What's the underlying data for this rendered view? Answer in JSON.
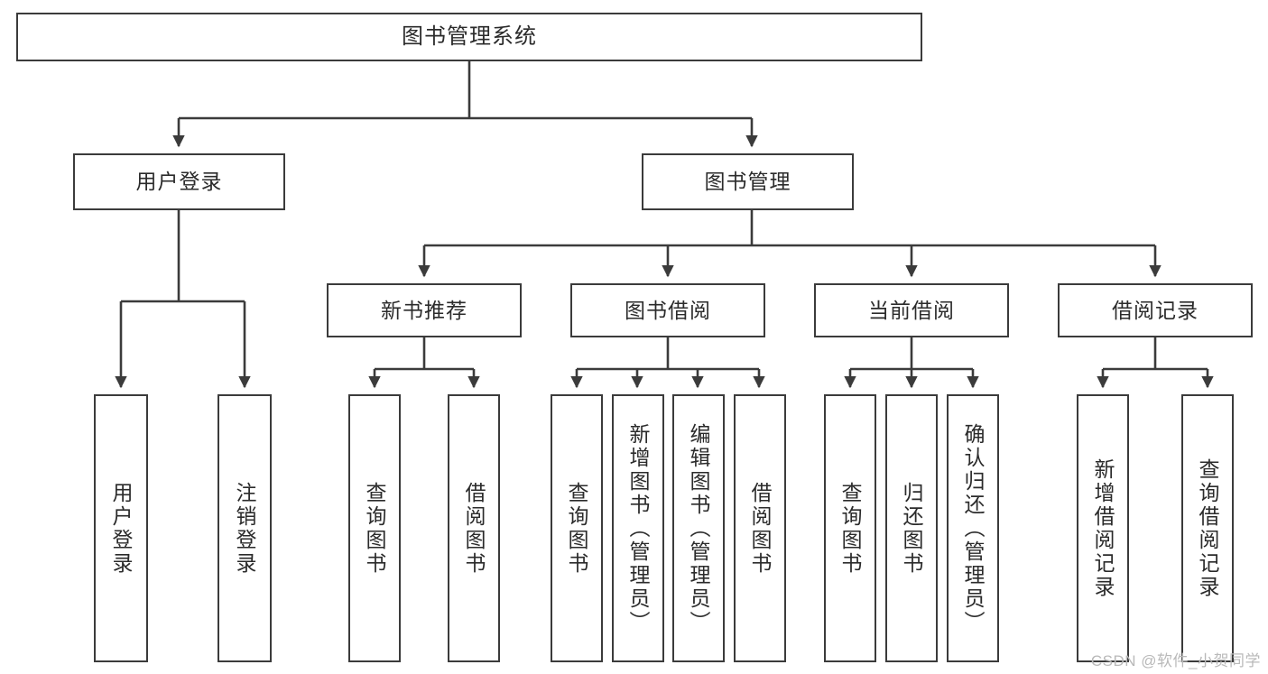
{
  "diagram": {
    "title": "图书管理系统",
    "type": "tree-hierarchy-chart",
    "stroke_color": "#3b3b3b",
    "text_color": "#2b2b2b",
    "background_color": "#ffffff",
    "nodes": {
      "root": {
        "label": "图书管理系统"
      },
      "level2": [
        {
          "id": "user-login",
          "label": "用户登录"
        },
        {
          "id": "book-management",
          "label": "图书管理"
        }
      ],
      "level3": [
        {
          "id": "new-book-recommend",
          "label": "新书推荐"
        },
        {
          "id": "book-borrow",
          "label": "图书借阅"
        },
        {
          "id": "current-borrow",
          "label": "当前借阅"
        },
        {
          "id": "borrow-record",
          "label": "借阅记录"
        }
      ],
      "leaves": {
        "user_login": [
          {
            "id": "leaf-user-login",
            "label": "用户登录"
          },
          {
            "id": "leaf-logout-login",
            "label": "注销登录"
          }
        ],
        "new_book_recommend": [
          {
            "id": "leaf-query-book-1",
            "label": "查询图书"
          },
          {
            "id": "leaf-borrow-book-1",
            "label": "借阅图书"
          }
        ],
        "book_borrow": [
          {
            "id": "leaf-query-book-2",
            "label": "查询图书"
          },
          {
            "id": "leaf-add-book",
            "label": "新增图书（管理员）"
          },
          {
            "id": "leaf-edit-book",
            "label": "编辑图书（管理员）"
          },
          {
            "id": "leaf-borrow-book-2",
            "label": "借阅图书"
          }
        ],
        "current_borrow": [
          {
            "id": "leaf-query-book-3",
            "label": "查询图书"
          },
          {
            "id": "leaf-return-book",
            "label": "归还图书"
          },
          {
            "id": "leaf-confirm-return",
            "label": "确认归还（管理员）"
          }
        ],
        "borrow_record": [
          {
            "id": "leaf-add-record",
            "label": "新增借阅记录"
          },
          {
            "id": "leaf-query-record",
            "label": "查询借阅记录"
          }
        ]
      }
    }
  },
  "watermark": {
    "text": "CSDN @软件_小贺同学"
  }
}
